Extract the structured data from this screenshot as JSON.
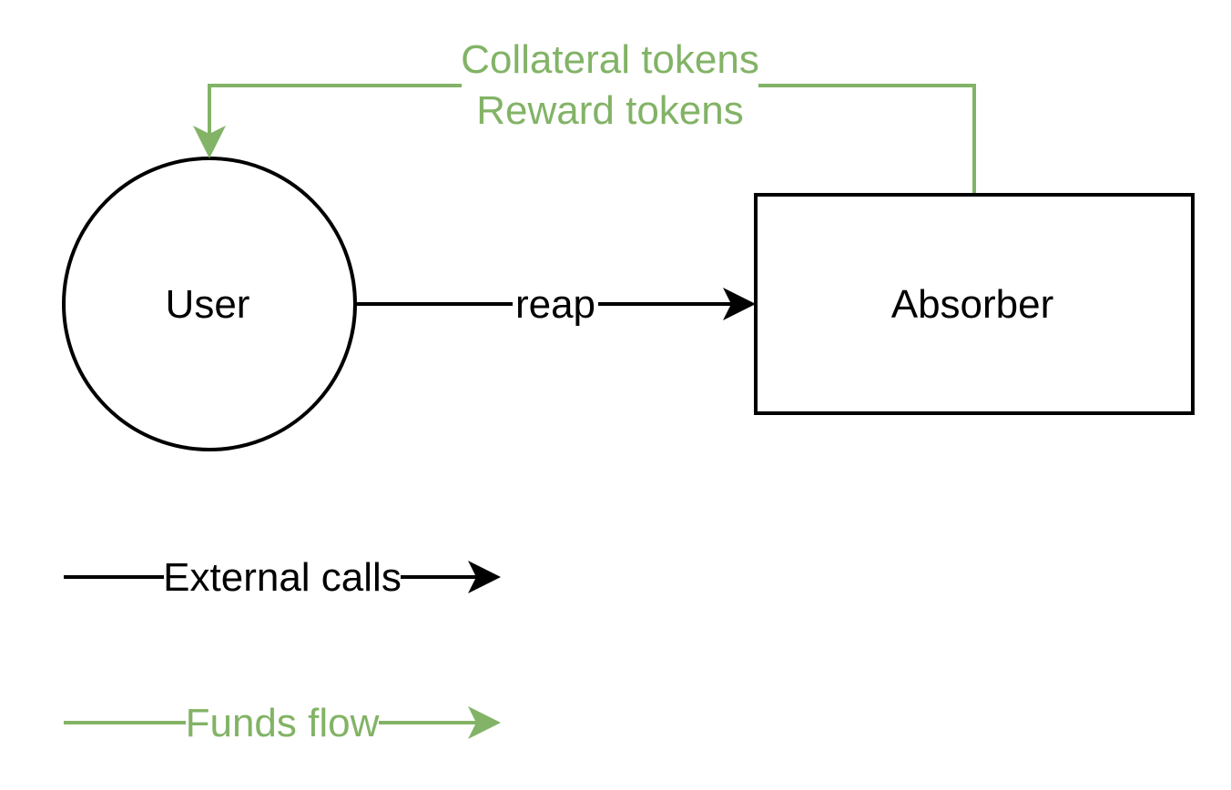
{
  "colors": {
    "call": "#000000",
    "funds": "#82b366",
    "background": "#ffffff"
  },
  "nodes": {
    "user": {
      "label": "User"
    },
    "absorber": {
      "label": "Absorber"
    }
  },
  "edges": {
    "reap": {
      "label": "reap"
    },
    "funds_return": {
      "line1": "Collateral tokens",
      "line2": "Reward tokens"
    }
  },
  "legend": {
    "external_calls": {
      "label": "External calls"
    },
    "funds_flow": {
      "label": "Funds flow"
    }
  }
}
